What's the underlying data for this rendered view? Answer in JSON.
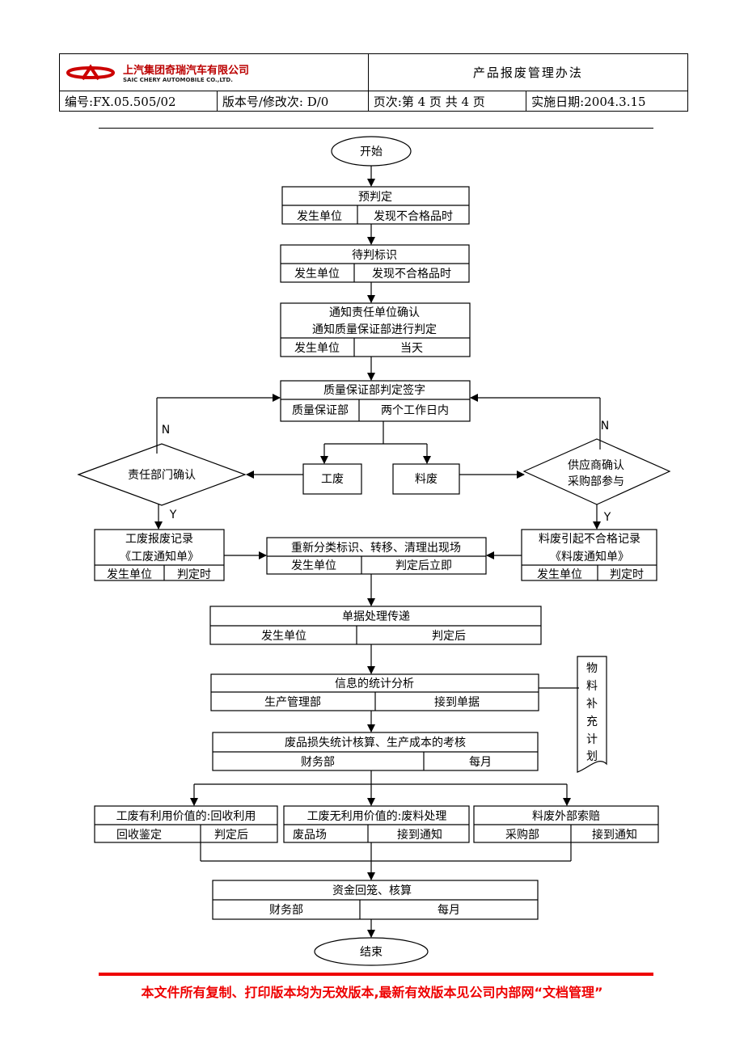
{
  "header": {
    "company_cn": "上汽集团奇瑞汽车有限公司",
    "company_en": "SAIC CHERY AUTOMOBILE CO.,LTD.",
    "title": "产品报废管理办法",
    "code": "编号:FX.05.505/02",
    "version": "版本号/修改次:   D/0",
    "pages": "页次:第 4 页 共 4 页",
    "date": "实施日期:2004.3.15"
  },
  "flow": {
    "start": "开始",
    "pre_judge": {
      "title": "预判定",
      "left": "发生单位",
      "right": "发现不合格品时"
    },
    "pending_mark": {
      "title": "待判标识",
      "left": "发生单位",
      "right": "发现不合格品时"
    },
    "notify": {
      "line1": "通知责任单位确认",
      "line2": "通知质量保证部进行判定",
      "left": "发生单位",
      "right": "当天"
    },
    "quality_sign": {
      "title": "质量保证部判定签字",
      "left": "质量保证部",
      "right": "两个工作日内"
    },
    "process_scrap": "工废",
    "material_scrap": "料废",
    "dept_confirm": "责任部门确认",
    "supplier_confirm": {
      "line1": "供应商确认",
      "line2": "采购部参与"
    },
    "label_n": "N",
    "label_y": "Y",
    "process_record": {
      "line1": "工废报废记录",
      "line2": "《工废通知单》",
      "left": "发生单位",
      "right": "判定时"
    },
    "reclassify": {
      "title": "重新分类标识、转移、清理出现场",
      "left": "发生单位",
      "right": "判定后立即"
    },
    "material_record": {
      "line1": "料废引起不合格记录",
      "line2": "《料废通知单》",
      "left": "发生单位",
      "right": "判定时"
    },
    "doc_pass": {
      "title": "单据处理传递",
      "left": "发生单位",
      "right": "判定后"
    },
    "stats": {
      "title": "信息的统计分析",
      "left": "生产管理部",
      "right": "接到单据"
    },
    "side_doc": [
      "物",
      "料",
      "补",
      "充",
      "计",
      "划"
    ],
    "loss_calc": {
      "title": "废品损失统计核算、生产成本的考核",
      "left": "财务部",
      "right": "每月"
    },
    "reuse": {
      "title": "工废有利用价值的:回收利用",
      "left": "回收鉴定",
      "right": "判定后"
    },
    "no_reuse": {
      "title": "工废无利用价值的:废料处理",
      "left": "废品场",
      "right": "接到通知"
    },
    "claim": {
      "title": "料废外部索赔",
      "left": "采购部",
      "right": "接到通知"
    },
    "funds": {
      "title": "资金回笼、核算",
      "left": "财务部",
      "right": "每月"
    },
    "end": "结束"
  },
  "footer": "本文件所有复制、打印版本均为无效版本,最新有效版本见公司内部网“文档管理”"
}
